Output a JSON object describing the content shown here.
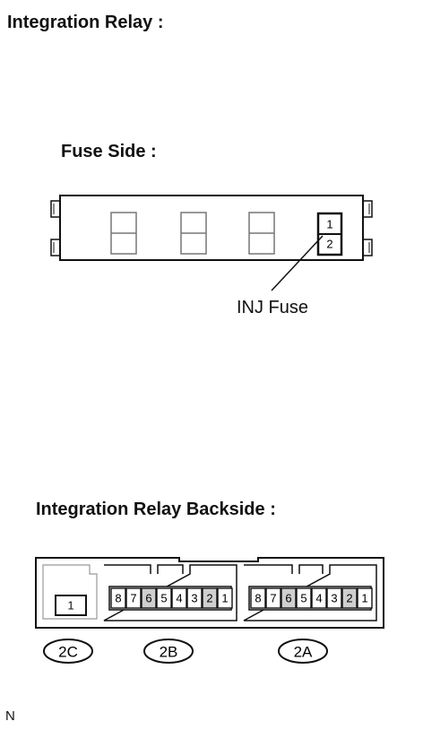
{
  "title": "Integration Relay :",
  "fuse_side": {
    "title": "Fuse Side :",
    "fuse_label": "INJ Fuse",
    "pins": [
      "1",
      "2"
    ]
  },
  "backside": {
    "title": "Integration Relay Backside :",
    "connector_2c": {
      "label": "2C",
      "pins": [
        "1"
      ]
    },
    "connector_2b": {
      "label": "2B",
      "pins": [
        "8",
        "7",
        "6",
        "5",
        "4",
        "3",
        "2",
        "1"
      ]
    },
    "connector_2a": {
      "label": "2A",
      "pins": [
        "8",
        "7",
        "6",
        "5",
        "4",
        "3",
        "2",
        "1"
      ]
    }
  },
  "corner_mark": "N"
}
